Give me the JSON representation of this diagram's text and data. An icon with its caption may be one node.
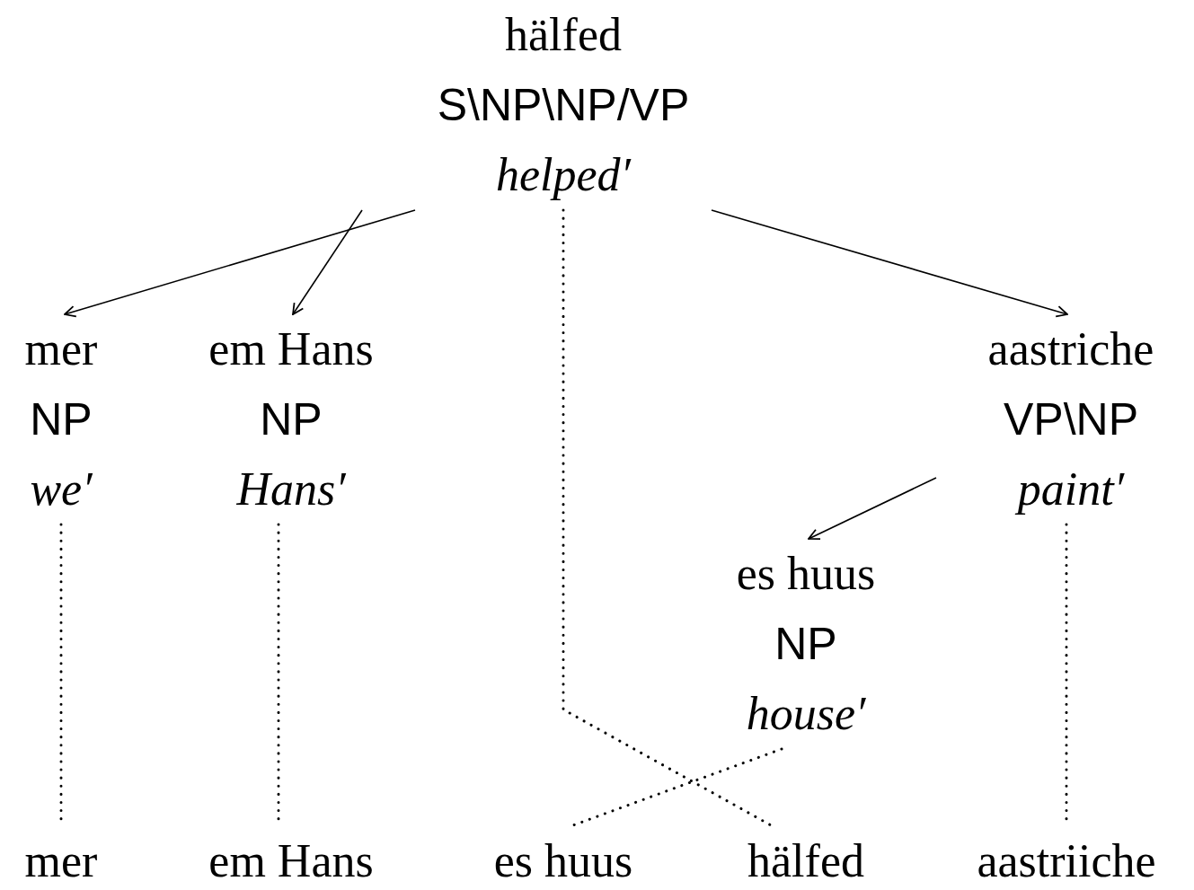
{
  "diagram": {
    "nodes": [
      {
        "text": [
          "hälfed",
          "S\\NP\\NP/VP",
          "helped′"
        ]
      },
      {
        "text": [
          "mer",
          "NP",
          "we′"
        ]
      },
      {
        "text": [
          "em Hans",
          "NP",
          "Hans′"
        ]
      },
      {
        "text": [
          "aastriche",
          "VP\\NP",
          "paint′"
        ]
      },
      {
        "text": [
          "es huus",
          "NP",
          "house′"
        ]
      },
      {
        "text": [
          "mer"
        ]
      },
      {
        "text": [
          "em Hans"
        ]
      },
      {
        "text": [
          "es huus"
        ]
      },
      {
        "text": [
          "hälfed"
        ]
      },
      {
        "text": [
          "aastriiche"
        ]
      }
    ],
    "edges": [
      {
        "from": 0,
        "to": 1,
        "arrow": "to"
      },
      {
        "from": 0,
        "to": 2,
        "arrow": "to"
      },
      {
        "from": 0,
        "to": 3,
        "arrow": "to"
      },
      {
        "from": 3,
        "to": 4,
        "arrow": "to"
      },
      {
        "from": 1,
        "to": 5,
        "arrow": "none",
        "style": "dashed"
      },
      {
        "from": 2,
        "to": 6,
        "arrow": "none",
        "style": "dashed"
      },
      {
        "from": 0,
        "to": 8,
        "arrow": "none",
        "style": "dashed"
      },
      {
        "from": 4,
        "to": 7,
        "arrow": "none",
        "style": "dashed"
      },
      {
        "from": 3,
        "to": 9,
        "arrow": "none",
        "style": "dashed"
      }
    ]
  }
}
